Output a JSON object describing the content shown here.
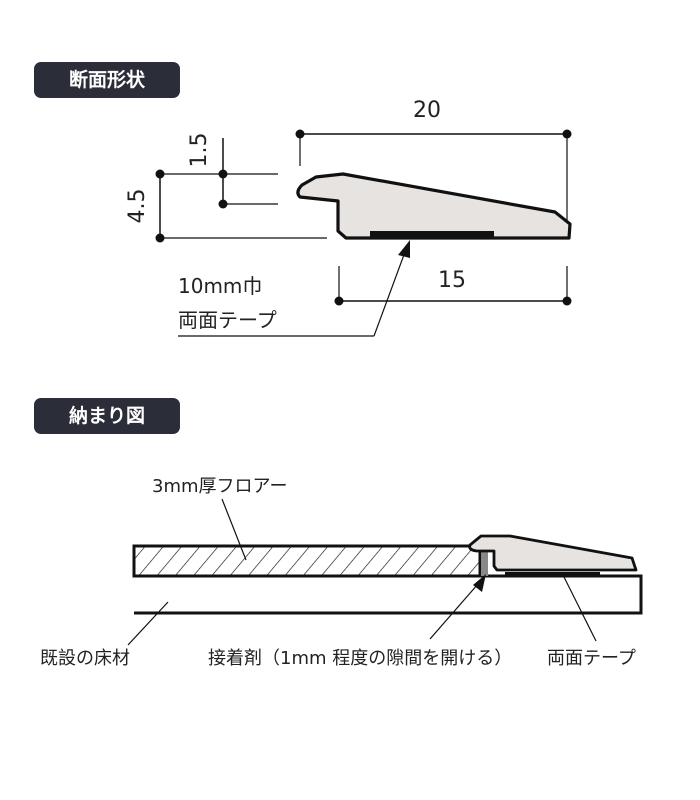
{
  "section1": {
    "title": "断面形状",
    "dims": {
      "width_top": "20",
      "width_bottom": "15",
      "thickness_total": "4.5",
      "step": "1.5"
    },
    "tape_label_line1": "10mm巾",
    "tape_label_line2": "両面テープ"
  },
  "section2": {
    "title": "納まり図",
    "floor_label": "3mm厚フロアー",
    "base_label": "既設の床材",
    "adhesive_label": "接着剤（1mm 程度の隙間を開ける）",
    "tape_label": "両面テープ"
  },
  "colors": {
    "badge_bg": "#2b2d39",
    "profile_fill": "#e6e3e1",
    "line": "#111111"
  }
}
